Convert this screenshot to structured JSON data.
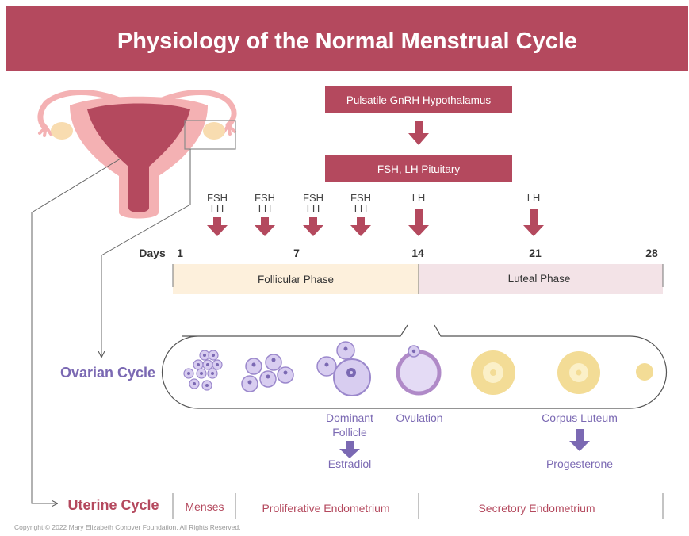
{
  "title": "Physiology of the Normal Menstrual Cycle",
  "boxes": {
    "hypothalamus": "Pulsatile GnRH Hypothalamus",
    "pituitary": "FSH, LH Pituitary"
  },
  "hormone_arrows": [
    {
      "line1": "FSH",
      "line2": "LH"
    },
    {
      "line1": "FSH",
      "line2": "LH"
    },
    {
      "line1": "FSH",
      "line2": "LH"
    },
    {
      "line1": "FSH",
      "line2": "LH"
    },
    {
      "line1": "LH",
      "line2": ""
    },
    {
      "line1": "LH",
      "line2": ""
    }
  ],
  "days": {
    "label": "Days",
    "ticks": [
      "1",
      "7",
      "14",
      "21",
      "28"
    ]
  },
  "phases": {
    "follicular": "Follicular Phase",
    "luteal": "Luteal Phase"
  },
  "ovarian": {
    "label": "Ovarian Cycle",
    "dominant_follicle": [
      "Dominant",
      "Follicle"
    ],
    "ovulation": "Ovulation",
    "corpus_luteum": "Corpus Luteum",
    "estradiol": "Estradiol",
    "progesterone": "Progesterone"
  },
  "uterine": {
    "label": "Uterine Cycle",
    "menses": "Menses",
    "proliferative": "Proliferative Endometrium",
    "secretory": "Secretory Endometrium"
  },
  "copyright": "Copyright © 2022 Mary Elizabeth Conover Foundation. All Rights Reserved.",
  "colors": {
    "title_bg": "#b4495e",
    "maroon": "#b4495e",
    "purple": "#7b69b3",
    "follicular_bg": "#fdf0dc",
    "luteal_bg": "#f3e3e7",
    "uterus_light": "#f4b1b3",
    "uterus_dark": "#b4495e",
    "follicle_fill": "#d8cdf0",
    "corpus_outer": "#f3dc96",
    "corpus_inner": "#fbf0c8"
  }
}
